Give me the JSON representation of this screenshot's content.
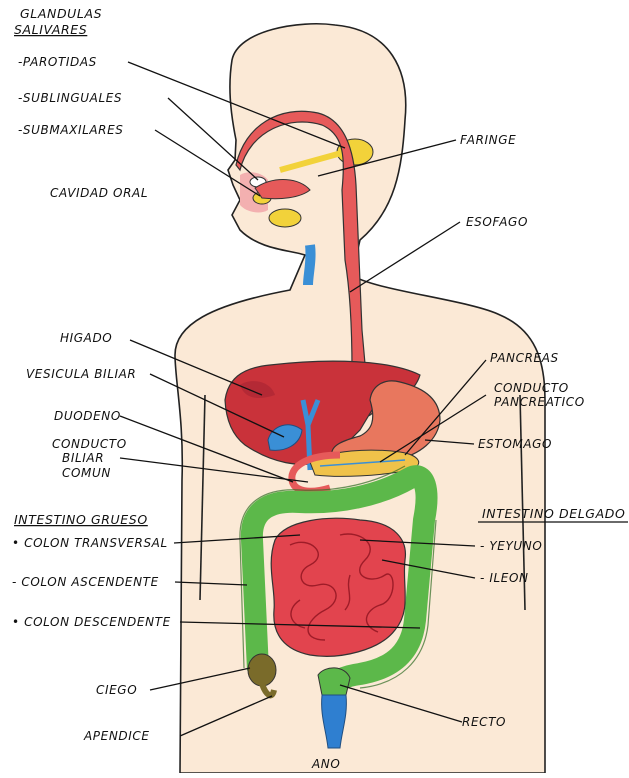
{
  "diagram": {
    "glandulas_salivares": [
      "GLANDULAS",
      "SALIVARES"
    ],
    "parotidas": "-PAROTIDAS",
    "sublinguales": "-SUBLINGUALES",
    "submaxilares": "-SUBMAXILARES",
    "cavidad_oral": "CAVIDAD ORAL",
    "faringe": "FARINGE",
    "esofago": "ESOFAGO",
    "higado": "HIGADO",
    "vesicula_biliar": "VESICULA BILIAR",
    "duodeno": "DUODENO",
    "conducto_biliar_comun": [
      "CONDUCTO",
      "BILIAR",
      "COMUN"
    ],
    "pancreas": "PANCREAS",
    "conducto_pancreatico": [
      "CONDUCTO",
      "PANCREATICO"
    ],
    "estomago": "ESTOMAGO",
    "intestino_grueso": "INTESTINO GRUESO",
    "colon_transversal": "• COLON TRANSVERSAL",
    "colon_ascendente": "- COLON ASCENDENTE",
    "colon_descendente": "• COLON DESCENDENTE",
    "intestino_delgado": "INTESTINO DELGADO",
    "yeyuno": "- YEYUNO",
    "ileon": "- ILEON",
    "ciego": "CIEGO",
    "apendice": "APENDICE",
    "recto": "RECTO",
    "ano": "ANO"
  },
  "colors": {
    "skin": "#fbe9d6",
    "tract": "#e65a5a",
    "liver": "#c9323a",
    "glands": "#f2d23a",
    "large_intestine": "#5cb84a",
    "small_intestine": "#e2444e",
    "bile": "#3a8fd6",
    "anus": "#2f7fd0"
  }
}
